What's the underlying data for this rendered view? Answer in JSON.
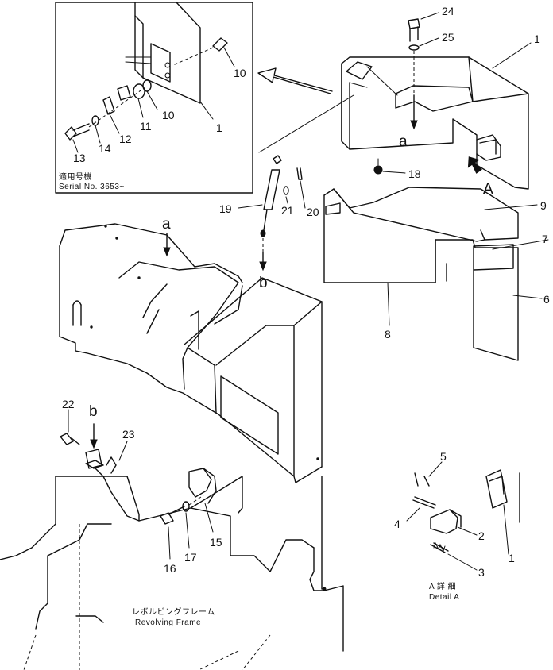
{
  "inset": {
    "serial_jp": "適用号機",
    "serial_en": "Serial  No. 3653~"
  },
  "detail": {
    "title_jp": "A  詳  細",
    "title_en": "Detail  A"
  },
  "frame": {
    "label_jp": "レボルビングフレーム",
    "label_en": "Revolving  Frame"
  },
  "letters": {
    "a_top": "a",
    "a_main": "a",
    "b_damper": "b",
    "b_frame": "b",
    "A_view": "A"
  },
  "callouts": {
    "p1_main": "1",
    "p1_inset": "1",
    "p1_detail": "1",
    "p2": "2",
    "p3": "3",
    "p4": "4",
    "p5": "5",
    "p6": "6",
    "p7": "7",
    "p8": "8",
    "p9": "9",
    "p10_a": "10",
    "p10_b": "10",
    "p11": "11",
    "p12": "12",
    "p13": "13",
    "p14": "14",
    "p15": "15",
    "p16": "16",
    "p17": "17",
    "p18": "18",
    "p19": "19",
    "p20": "20",
    "p21": "21",
    "p22": "22",
    "p23": "23",
    "p24": "24",
    "p25": "25"
  }
}
